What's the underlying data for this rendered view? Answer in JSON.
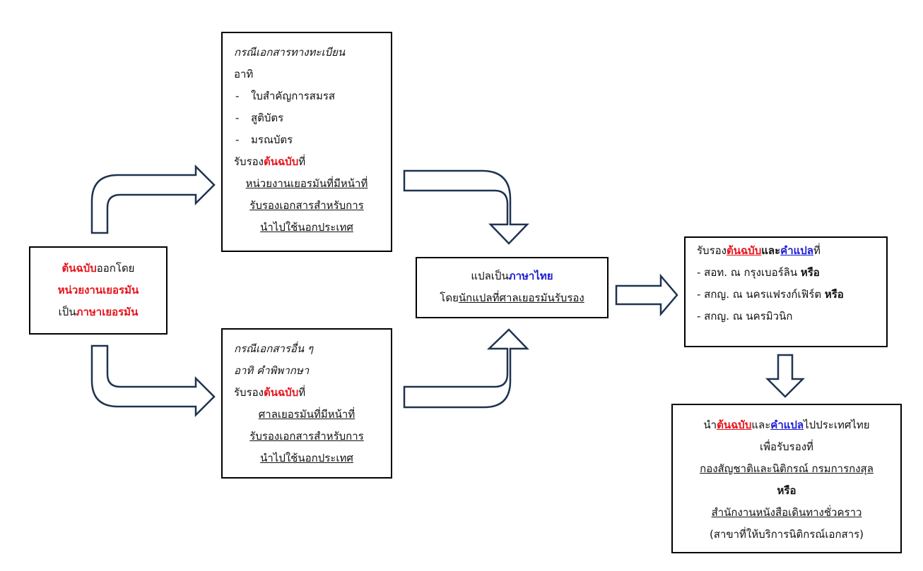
{
  "source_box": {
    "line1_red": "ต้นฉบับ",
    "line1_rest": "ออกโดย",
    "line2_red": "หน่วยงานเยอรมัน",
    "line3_prefix": "เป็น",
    "line3_red": "ภาษาเยอรมัน"
  },
  "registry_box": {
    "title": "กรณีเอกสารทางทะเบียน",
    "intro": "อาทิ",
    "items": [
      "ใบสำคัญการสมรส",
      "สูติบัตร",
      "มรณบัตร"
    ],
    "certify_prefix": "รับรอง",
    "certify_red": "ต้นฉบับ",
    "certify_suffix": "ที่",
    "authority_lines": [
      "หน่วยงานเยอรมันที่มีหน้าที่",
      "รับรองเอกสารสำหรับการ",
      "นำไปใช้นอกประเทศ"
    ]
  },
  "other_box": {
    "title": "กรณีเอกสารอื่น ๆ",
    "example": "อาทิ คำพิพากษา",
    "certify_prefix": "รับรอง",
    "certify_red": "ต้นฉบับ",
    "certify_suffix": "ที่",
    "authority_lines": [
      "ศาลเยอรมันที่มีหน้าที่",
      "รับรองเอกสารสำหรับการ",
      "นำไปใช้นอกประเทศ"
    ]
  },
  "translate_box": {
    "line1_prefix": "แปลเป็น",
    "line1_blue": "ภาษาไทย",
    "line2_prefix": "โดย",
    "line2_underlined": "นักแปลที่ศาลเยอรมันรับรอง"
  },
  "embassy_box": {
    "prefix": "รับรอง",
    "red": "ต้นฉบับ",
    "middle": "และ",
    "blue": "คำแปล",
    "suffix": "ที่",
    "items": [
      {
        "text": "- สอท. ณ กรุงเบอร์ลิน",
        "bold": "หรือ"
      },
      {
        "text": "- สกญ. ณ นครแฟรงก์เฟิร์ต",
        "bold": "หรือ"
      },
      {
        "text": "- สกญ. ณ นครมิวนิก",
        "bold": ""
      }
    ]
  },
  "thailand_box": {
    "prefix": "นำ",
    "red": "ต้นฉบับ",
    "middle": "และ",
    "blue": "คำแปล",
    "suffix": "ไปประเทศไทย",
    "line2": "เพื่อรับรองที่",
    "line3": "กองสัญชาติและนิติกรณ์ กรมการกงสุล",
    "line4": "หรือ",
    "line5": "สำนักงานหนังสือเดินทางชั่วคราว",
    "line6": "(สาขาที่ให้บริการนิติกรณ์เอกสาร)"
  },
  "colors": {
    "red_text": "#e8131b",
    "blue_text": "#1b1bd6",
    "arrow_outline": "#1f3350"
  }
}
